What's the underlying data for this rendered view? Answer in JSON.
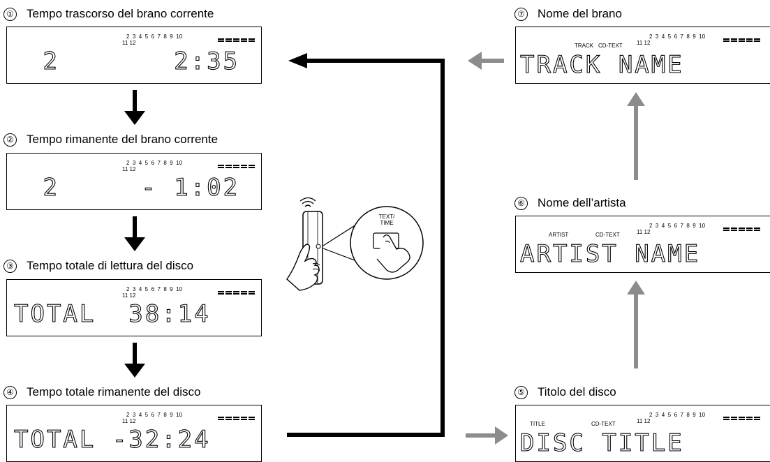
{
  "displays": [
    {
      "num": "①",
      "label": "Tempo trascorso del brano corrente",
      "ind_left": "",
      "ind_mid": "",
      "track_top": "2  3  4  5  6  7  8  9  10",
      "track_bot": "11 12",
      "text": " 2       2:35"
    },
    {
      "num": "②",
      "label": "Tempo rimanente del brano corrente",
      "ind_left": "",
      "ind_mid": "",
      "track_top": "2  3  4  5  6  7  8  9  10",
      "track_bot": "11 12",
      "text": " 2     - 1:02"
    },
    {
      "num": "③",
      "label": "Tempo totale di lettura del disco",
      "ind_left": "",
      "ind_mid": "",
      "track_top": "2  3  4  5  6  7  8  9  10",
      "track_bot": "11 12",
      "text": "TOTAL  38:14"
    },
    {
      "num": "④",
      "label": "Tempo totale rimanente del disco",
      "ind_left": "",
      "ind_mid": "",
      "track_top": "2  3  4  5  6  7  8  9  10",
      "track_bot": "11 12",
      "text": "TOTAL -32:24"
    },
    {
      "num": "⑤",
      "label": "Titolo del disco",
      "ind_left": "TITLE",
      "ind_mid": "CD-TEXT",
      "track_top": "2  3  4  5  6  7  8  9  10",
      "track_bot": "11 12",
      "text": "DISC TITLE"
    },
    {
      "num": "⑥",
      "label": "Nome dell’artista",
      "ind_left": "ARTIST",
      "ind_mid": "CD-TEXT",
      "track_top": "2  3  4  5  6  7  8  9  10",
      "track_bot": "11 12",
      "text": "ARTIST NAME"
    },
    {
      "num": "⑦",
      "label": "Nome del brano",
      "ind_left": "TRACK",
      "ind_mid": "CD-TEXT",
      "track_top": "2  3  4  5  6  7  8  9  10",
      "track_bot": "11 12",
      "text": "TRACK NAME"
    }
  ],
  "button": {
    "label_line1": "TEXT/",
    "label_line2": "TIME"
  },
  "colors": {
    "primary_arrow": "#000000",
    "secondary_arrow": "#8c8c8c"
  },
  "icons": {
    "remote": "remote-control-icon",
    "hand": "hand-icon",
    "button_zoom": "button-press-icon"
  }
}
